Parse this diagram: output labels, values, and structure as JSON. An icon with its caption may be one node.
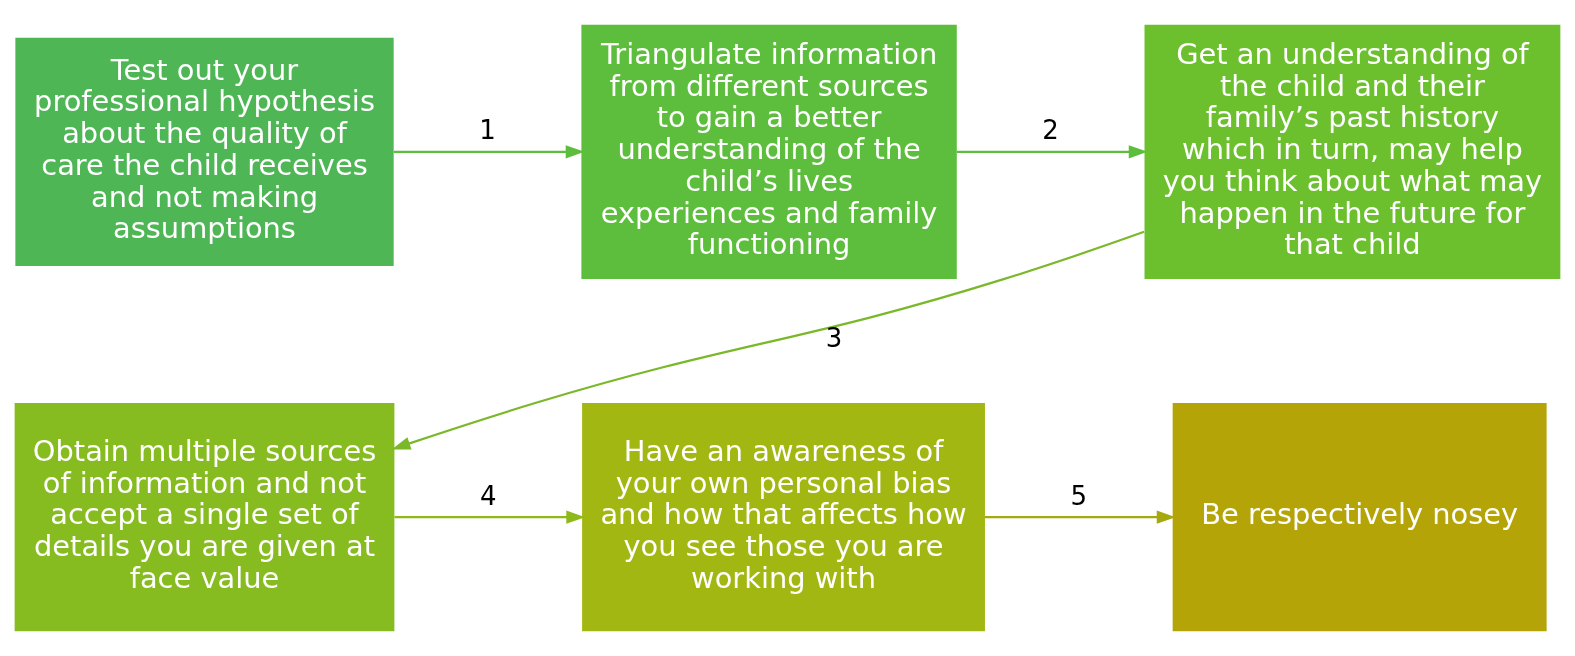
{
  "diagram": {
    "nodes": [
      {
        "text": [
          "Test out your professional hypothesis about the quality of care the child receives and not making assumptions"
        ]
      },
      {
        "text": [
          "Triangulate information from different sources to gain a better understanding of the child’s lives experiences and family functioning"
        ]
      },
      {
        "text": [
          "Get an understanding of the child and their family’s past history which in turn, may help you think about what may happen in the future for that child"
        ]
      },
      {
        "text": [
          "Obtain multiple sources of information and not accept a single set of details you are given at face value"
        ]
      },
      {
        "text": [
          "Have an awareness of your own personal bias and how that affects how you see those you are working with"
        ]
      },
      {
        "text": [
          "Be respectively nosey"
        ]
      }
    ],
    "edges": [
      {
        "from": 0,
        "to": 1,
        "arrow": "to",
        "label": "1",
        "color": "#5dbd3c"
      },
      {
        "from": 1,
        "to": 2,
        "arrow": "to",
        "label": "2",
        "color": "#5dbd3c"
      },
      {
        "from": 2,
        "to": 3,
        "arrow": "to",
        "label": "3",
        "color": "#7ab82a"
      },
      {
        "from": 3,
        "to": 4,
        "arrow": "to",
        "label": "4",
        "color": "#8fb91a"
      },
      {
        "from": 4,
        "to": 5,
        "arrow": "to",
        "label": "5",
        "color": "#a5a80f"
      }
    ]
  }
}
